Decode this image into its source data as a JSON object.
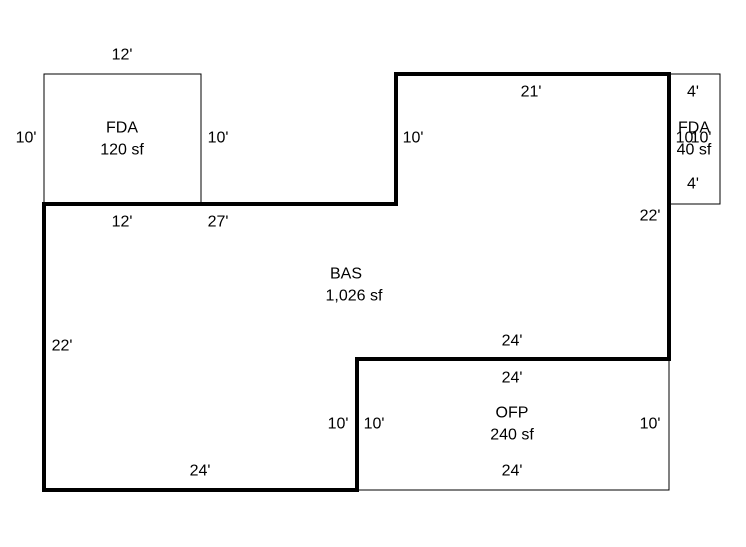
{
  "areas": [
    {
      "code": "FDA",
      "area": "120 sf"
    },
    {
      "code": "BAS",
      "area": "1,026 sf"
    },
    {
      "code": "FDA",
      "area": "40 sf"
    },
    {
      "code": "OFP",
      "area": "240 sf"
    }
  ],
  "dimensions": {
    "fda_left_top": "12'",
    "fda_left_left": "10'",
    "fda_left_right": "10'",
    "fda_left_bottom": "12'",
    "bas_step_top": "27'",
    "bas_step_riser": "10'",
    "bas_top": "21'",
    "fda_right_top": "4'",
    "fda_right_side_a": "10'",
    "fda_right_side_b": "10'",
    "fda_right_bottom": "4'",
    "bas_right": "22'",
    "bas_left": "22'",
    "bas_notch_top": "24'",
    "ofp_top": "24'",
    "bas_notch_side": "10'",
    "ofp_left": "10'",
    "ofp_right": "10'",
    "bas_bottom": "24'",
    "ofp_bottom": "24'"
  }
}
